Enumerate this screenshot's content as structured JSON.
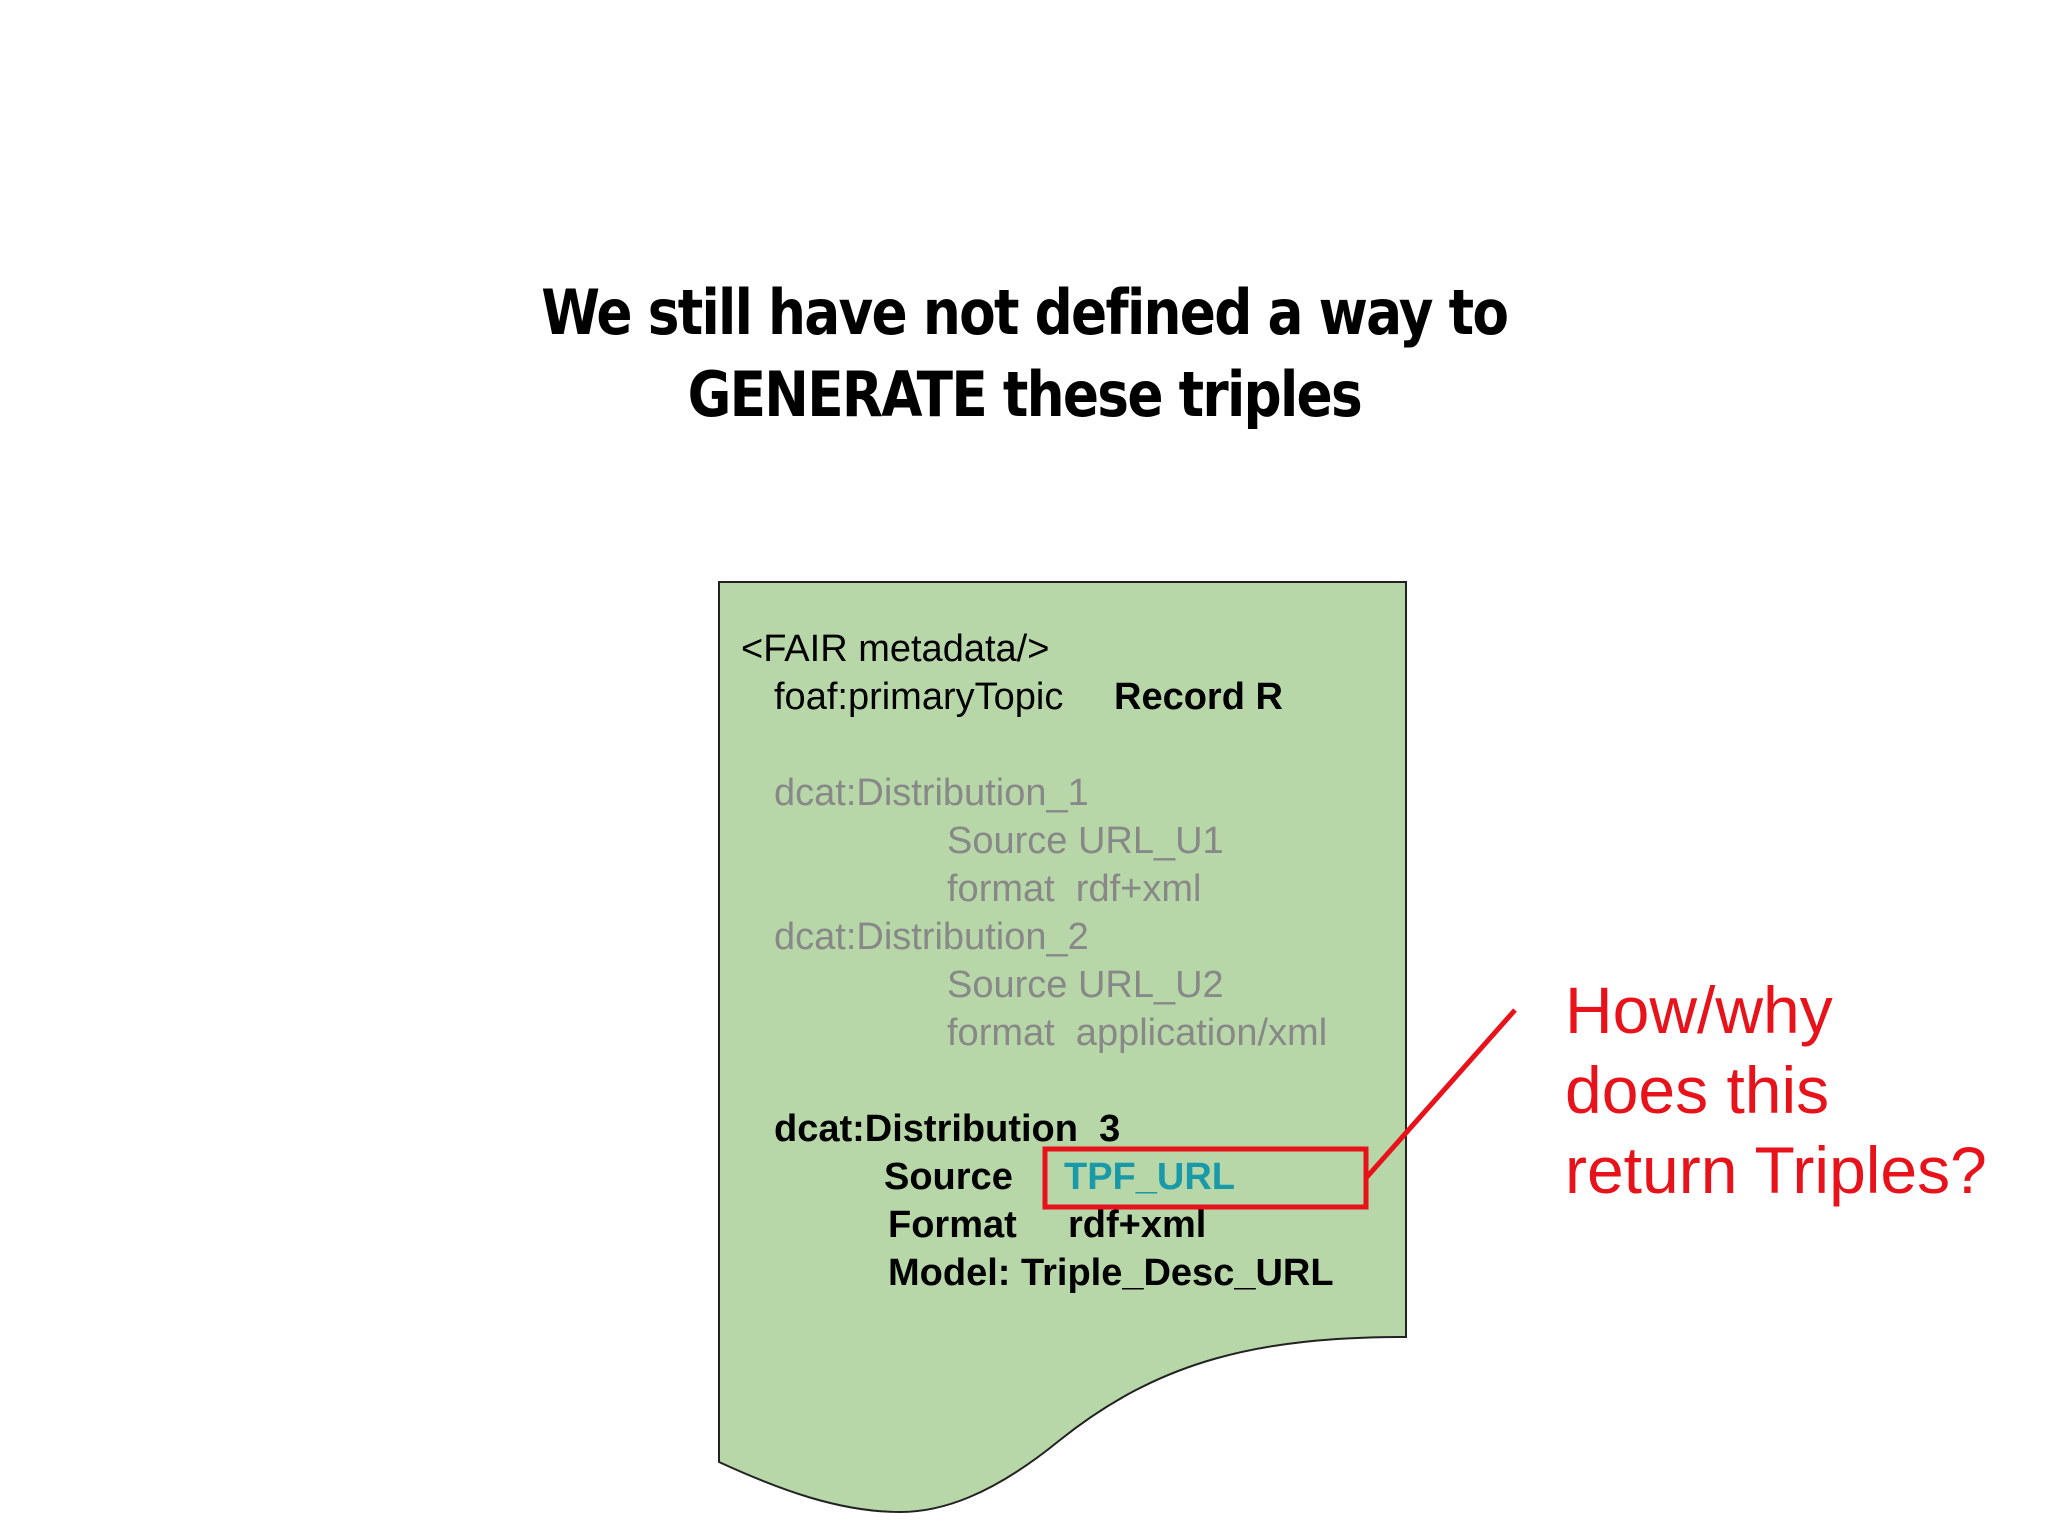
{
  "title": {
    "line1": "We still have not defined a way to",
    "line2": "GENERATE these triples"
  },
  "document": {
    "fill": "#b7d7a8",
    "header": "<FAIR metadata/>",
    "primary_topic_key": "foaf:primaryTopic",
    "primary_topic_value": "Record R",
    "dist1_name": "dcat:Distribution_1",
    "dist1_source": "Source URL_U1",
    "dist1_format": "format  rdf+xml",
    "dist2_name": "dcat:Distribution_2",
    "dist2_source": "Source URL_U2",
    "dist2_format": "format  application/xml",
    "dist3_name": "dcat:Distribution  3",
    "dist3_source_key": "Source",
    "dist3_source_value": "TPF_URL",
    "dist3_format_key": "Format",
    "dist3_format_value": "rdf+xml",
    "dist3_model": "Model: Triple_Desc_URL"
  },
  "annotation": {
    "color": "#e8121b",
    "line1": "How/why",
    "line2": "does this",
    "line3": "return Triples?"
  }
}
